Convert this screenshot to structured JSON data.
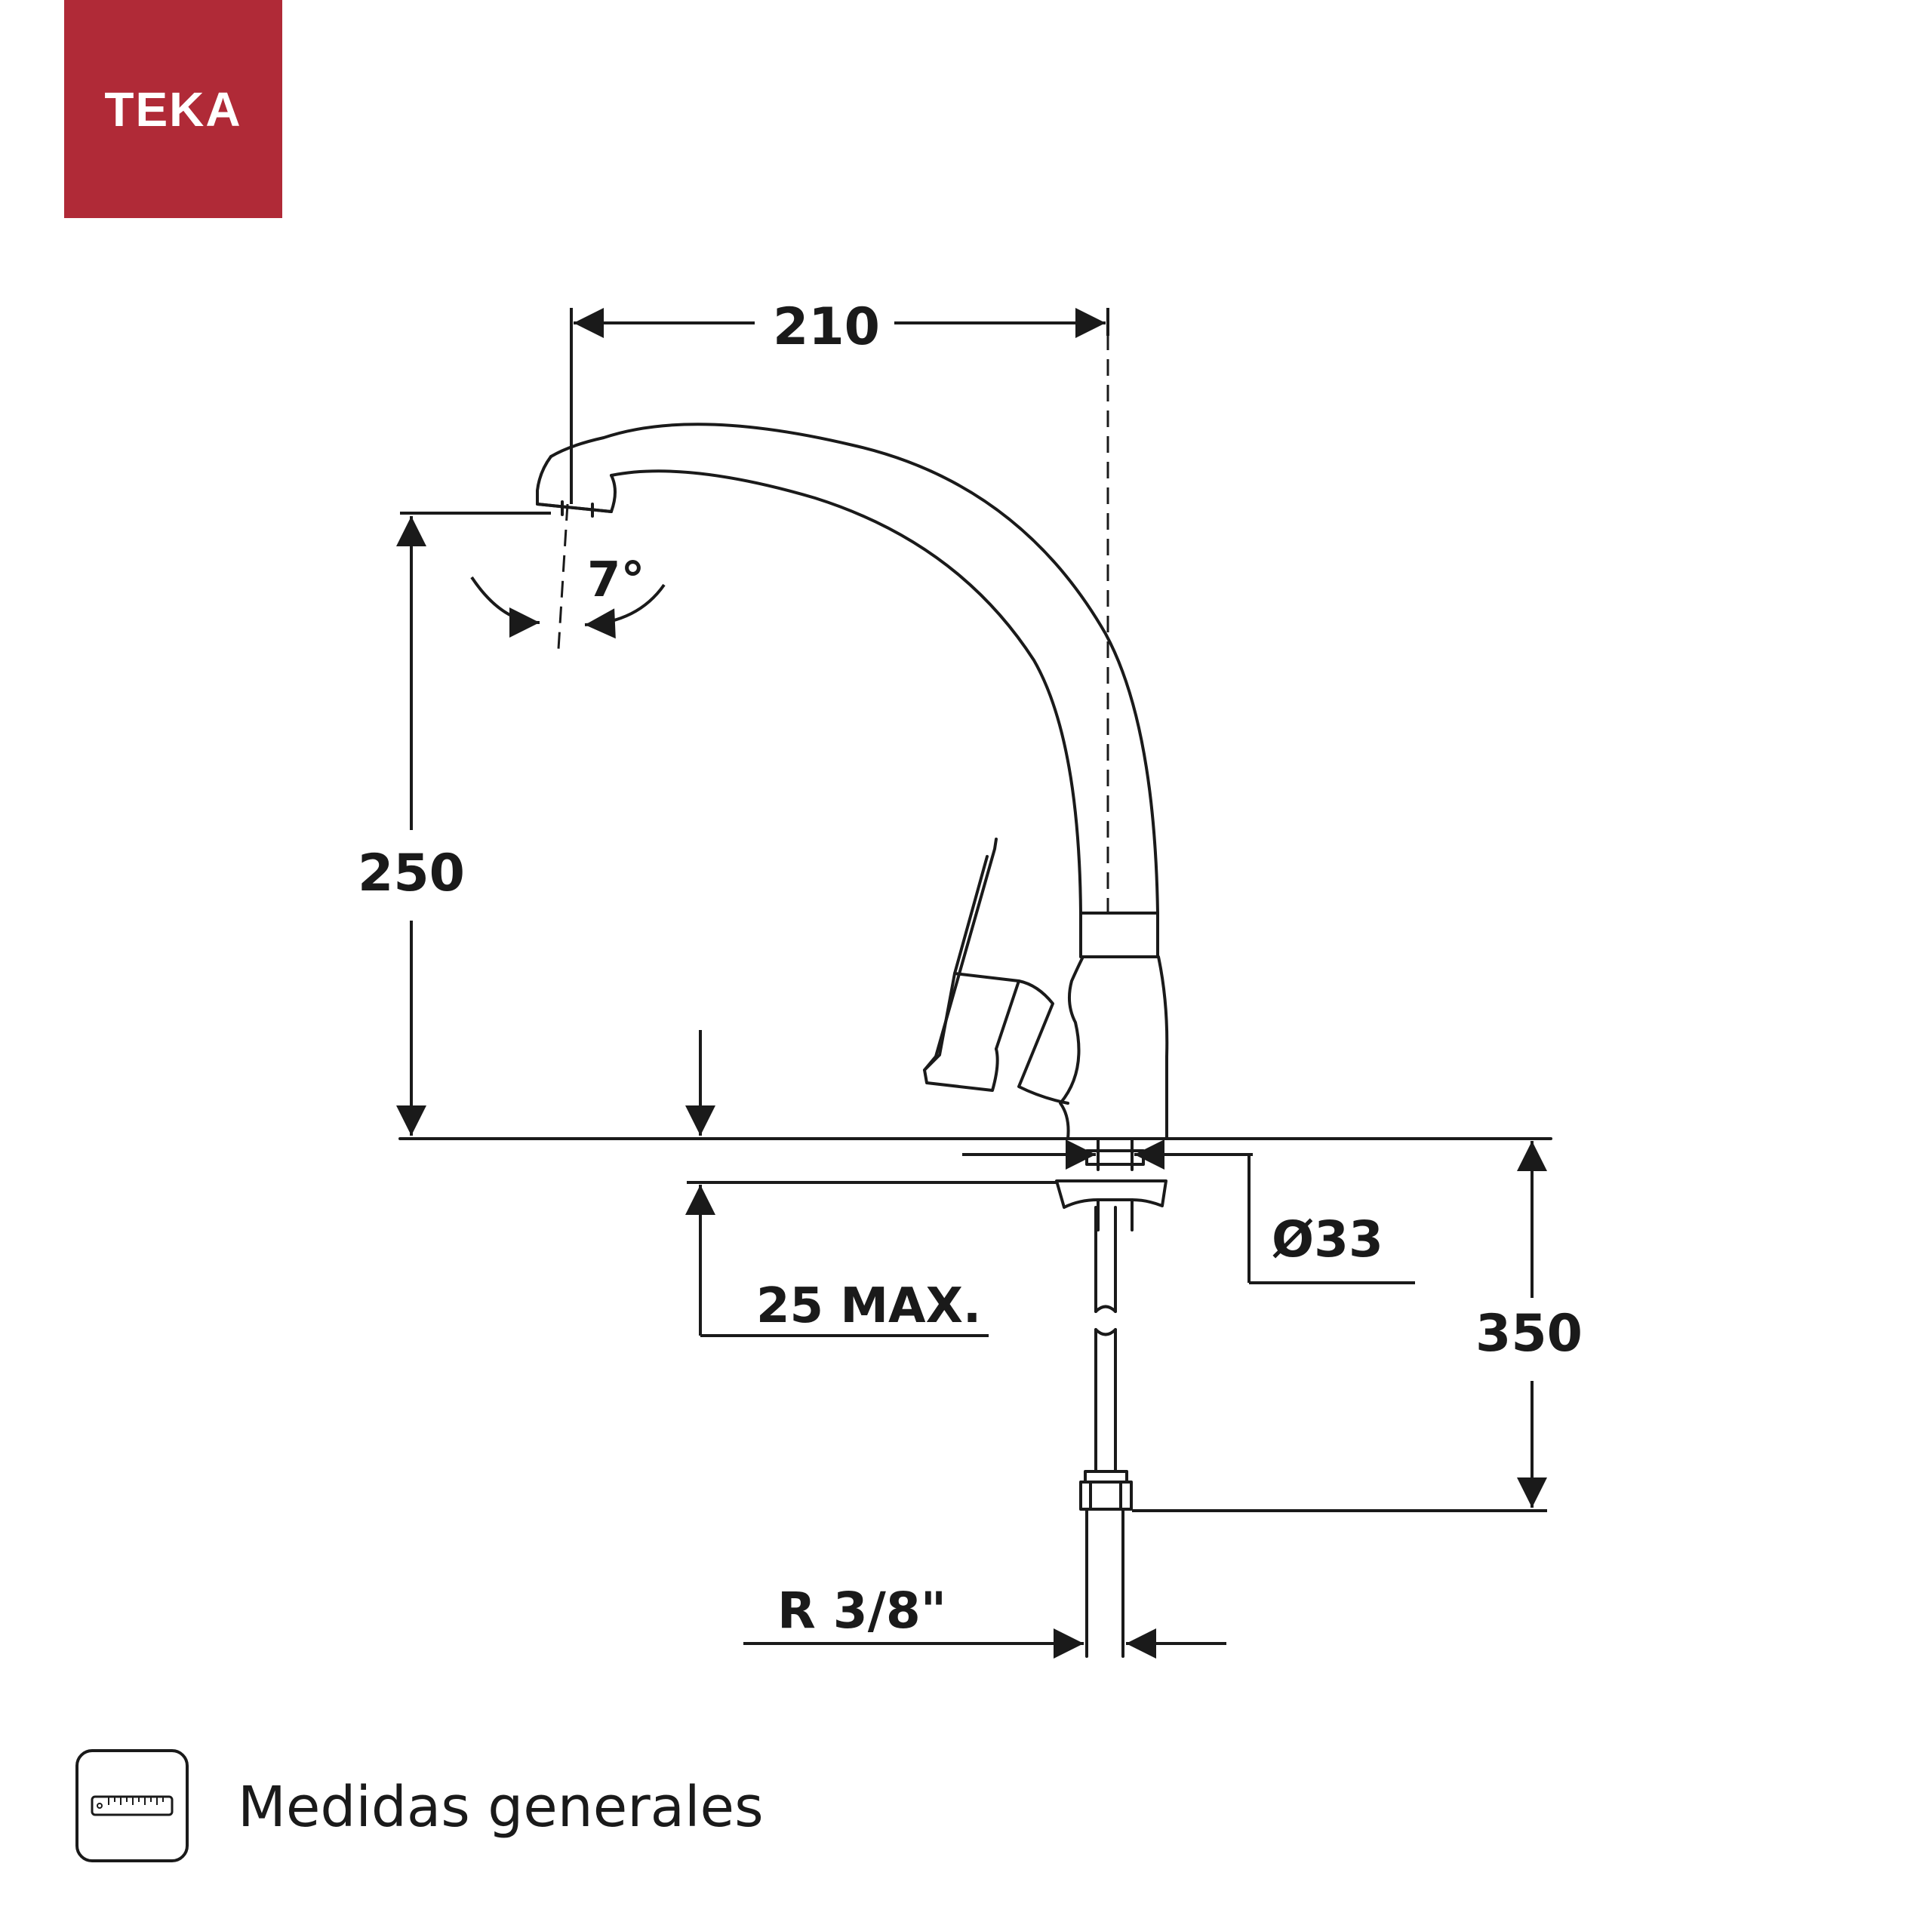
{
  "brand": {
    "name": "TEKA",
    "color": "#b02a37"
  },
  "dimensions": {
    "spout_reach": "210",
    "spout_height": "250",
    "swivel_angle": "7°",
    "base_diameter": "Ø33",
    "max_counter_thickness": "25 MAX.",
    "hose_length": "350",
    "connection_thread": "R 3/8\""
  },
  "footer": {
    "icon": "ruler-icon",
    "label": "Medidas generales"
  }
}
